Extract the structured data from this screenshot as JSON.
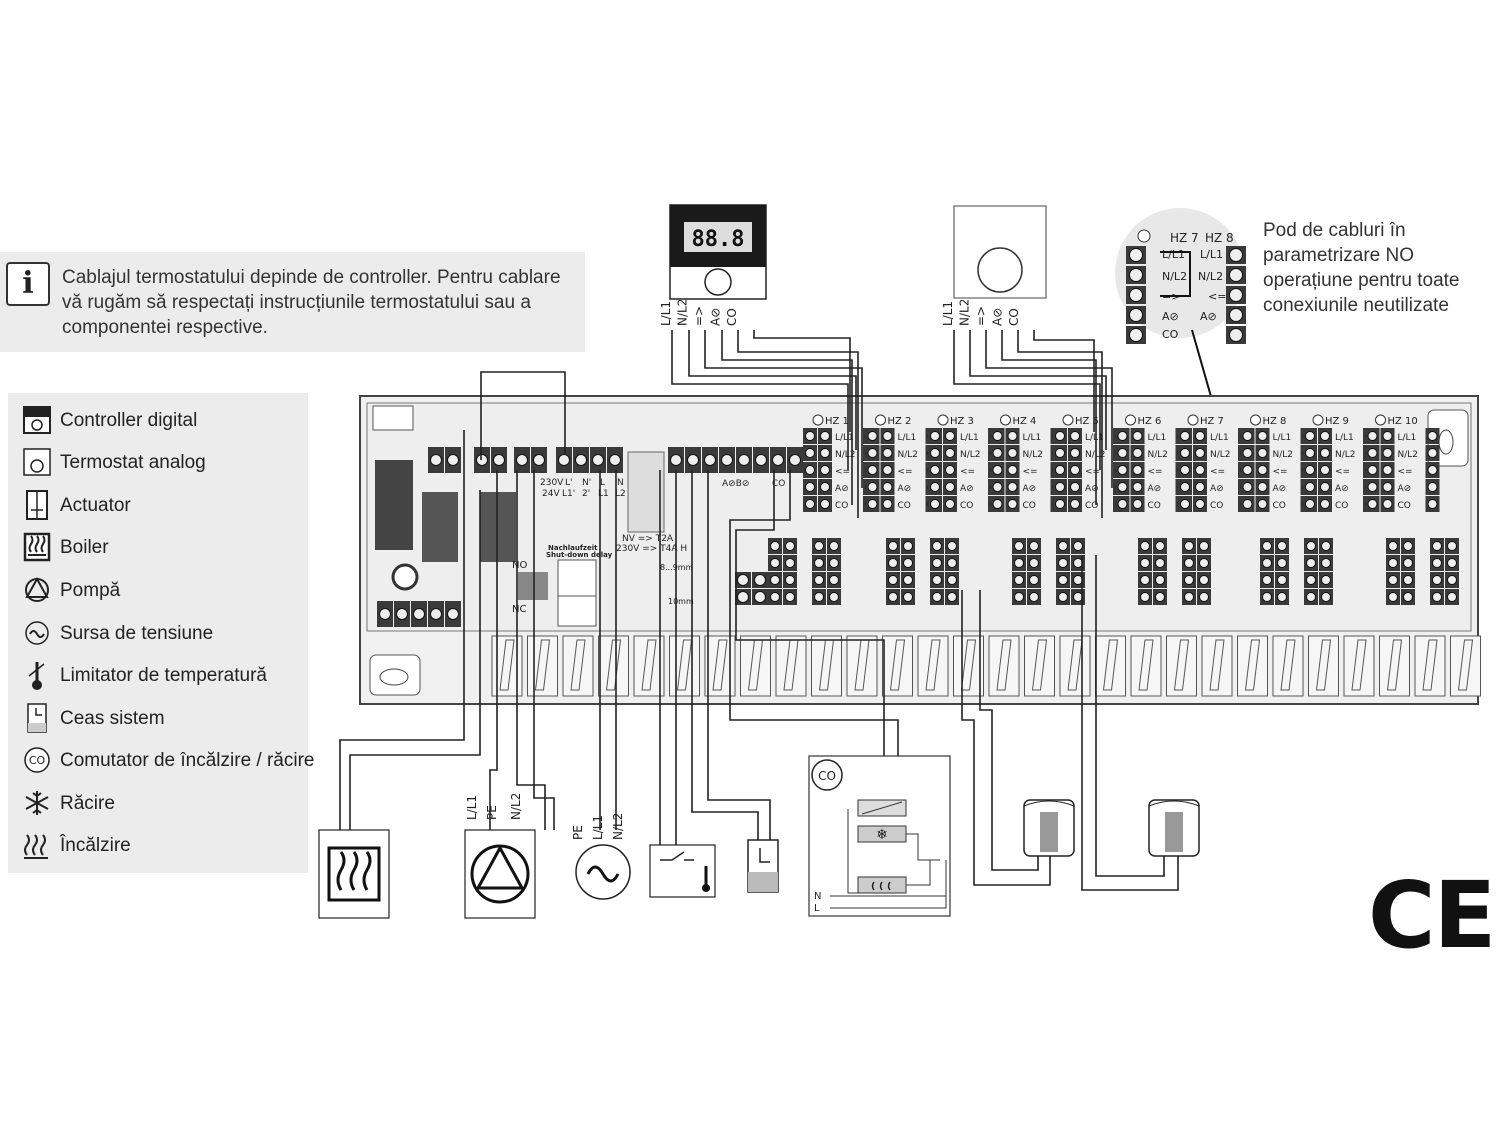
{
  "info": {
    "text": "Cablajul termostatului depinde de controller. Pentru cablare vă rugăm să respectați instrucțiunile termostatului sau a componentei respective.",
    "icon": "info-icon"
  },
  "legend": [
    {
      "icon": "digital-controller-icon",
      "label": "Controller digital"
    },
    {
      "icon": "analog-thermostat-icon",
      "label": "Termostat analog"
    },
    {
      "icon": "actuator-icon",
      "label": "Actuator"
    },
    {
      "icon": "boiler-icon",
      "label": "Boiler"
    },
    {
      "icon": "pump-icon",
      "label": "Pompă"
    },
    {
      "icon": "power-source-icon",
      "label": "Sursa de tensiune"
    },
    {
      "icon": "temperature-limiter-icon",
      "label": "Limitator de temperatură"
    },
    {
      "icon": "system-clock-icon",
      "label": "Ceas sistem"
    },
    {
      "icon": "heating-cooling-switch-icon",
      "label": "Comutator de încălzire / răcire"
    },
    {
      "icon": "cooling-icon",
      "label": "Răcire"
    },
    {
      "icon": "heating-icon",
      "label": "Încălzire"
    }
  ],
  "note": "Pod de cabluri în parametrizare NO operațiune pentru toate conexiunile neutilizate",
  "thermostat_terminals": [
    "L/L1",
    "N/L2",
    "=>",
    "A⊘",
    "CO"
  ],
  "zones": [
    "HZ 1",
    "HZ 2",
    "HZ 3",
    "HZ 4",
    "HZ 5",
    "HZ 6",
    "HZ 7",
    "HZ 8",
    "HZ 9",
    "HZ 10"
  ],
  "zone_terminals": [
    "L/L1",
    "N/L2",
    "<=",
    "A⊘",
    "CO"
  ],
  "zoom": {
    "zones": [
      "HZ 7",
      "HZ 8"
    ],
    "terminals": [
      "L/L1",
      "N/L2",
      "=>",
      "A⊘",
      "CO",
      "L/L1",
      "N/L2",
      "<=",
      "A⊘"
    ]
  },
  "board": {
    "supply_labels": [
      "230V",
      "L'",
      "N'",
      "L",
      "N"
    ],
    "supply_labels_2": [
      "24V",
      "L1'",
      "2'",
      "L1",
      "L2"
    ],
    "delay_label": "Nachlaufzeit",
    "delay_label_2": "Shut-down delay",
    "no_label": "NO",
    "nc_label": "NC",
    "fuse_label": "NV => T2A",
    "fuse_label_2": "230V => T4A H",
    "strip_label": "8...9mm",
    "strip_label_2": "10mm",
    "clock_terminals": "A⊘B⊘",
    "co_terminal": "CO"
  },
  "pump_terminals": [
    "L/L1",
    "PE",
    "N/L2"
  ],
  "power_terminals": [
    "PE",
    "L/L1",
    "N/L2"
  ],
  "co_switch": {
    "label": "CO",
    "n_label": "N",
    "l_label": "L"
  },
  "ce_mark": "CE",
  "colors": {
    "panel": "#ececec",
    "board": "#eeeeee",
    "terminal": "#3a3a3a",
    "line": "#222222"
  }
}
